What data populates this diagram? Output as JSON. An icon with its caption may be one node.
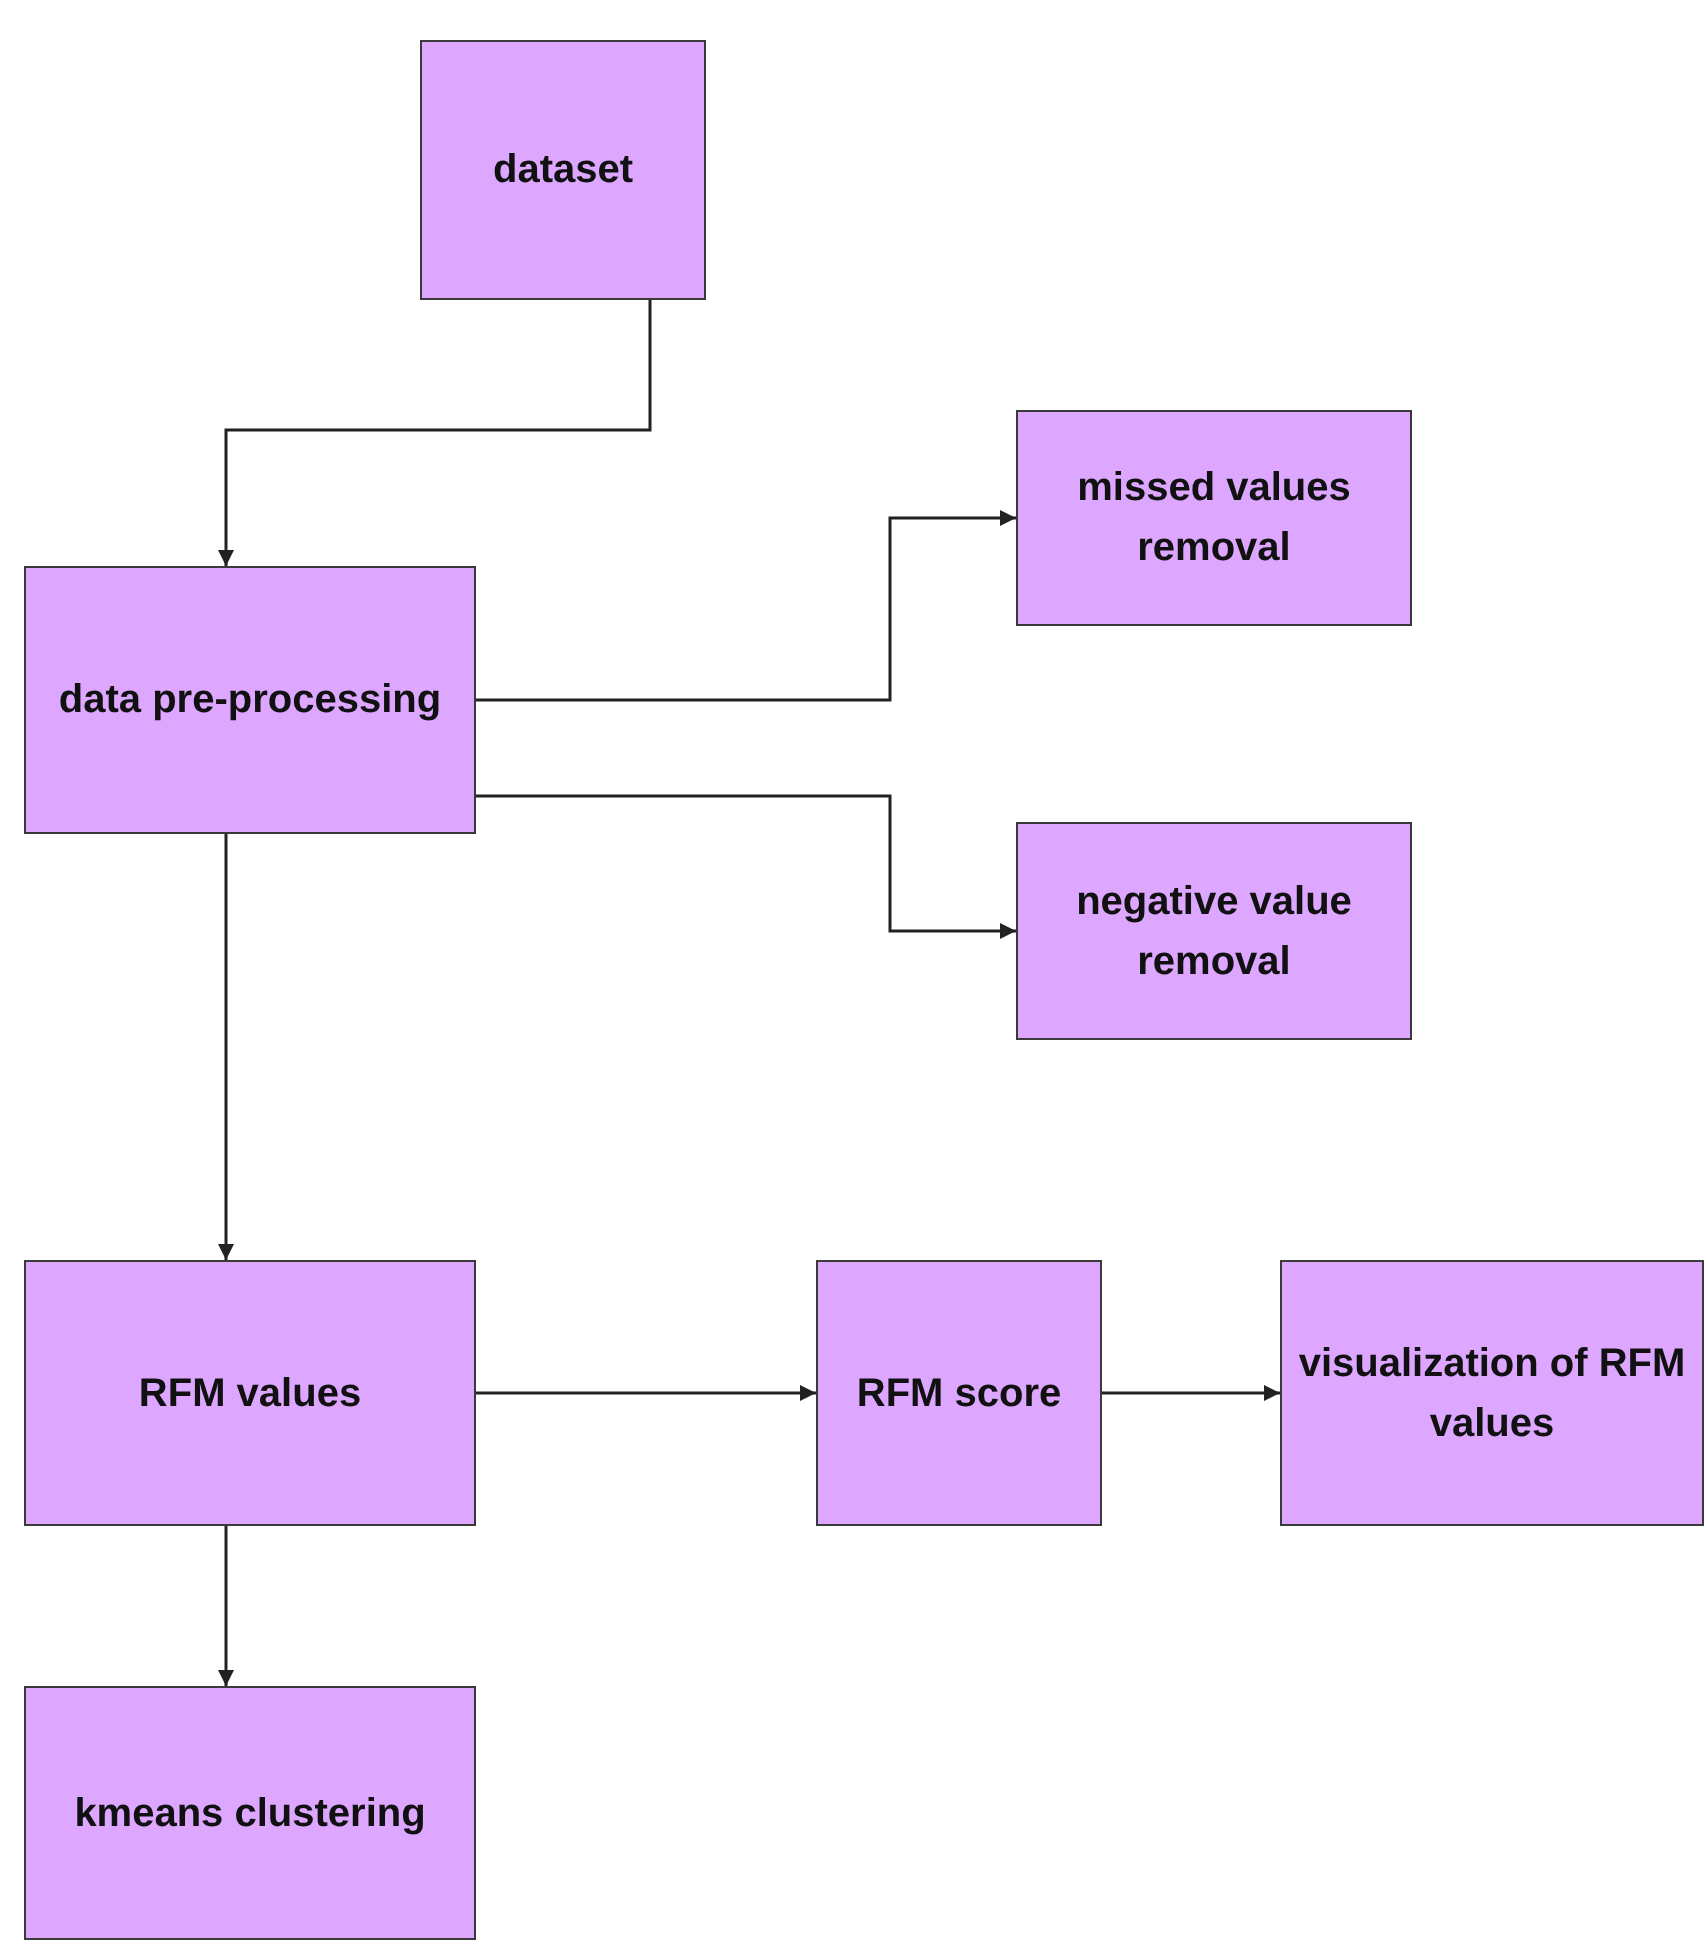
{
  "diagram": {
    "nodes": [
      {
        "text": [
          "dataset"
        ]
      },
      {
        "text": [
          "data pre-processing"
        ]
      },
      {
        "text": [
          "missed values removal"
        ]
      },
      {
        "text": [
          "negative value removal"
        ]
      },
      {
        "text": [
          "RFM values"
        ]
      },
      {
        "text": [
          "RFM score"
        ]
      },
      {
        "text": [
          "visualization of RFM values"
        ]
      },
      {
        "text": [
          "kmeans clustering"
        ]
      }
    ],
    "edges": [
      {
        "from": 0,
        "to": 1,
        "arrow": "to"
      },
      {
        "from": 1,
        "to": 2,
        "arrow": "to"
      },
      {
        "from": 1,
        "to": 3,
        "arrow": "to"
      },
      {
        "from": 1,
        "to": 4,
        "arrow": "to"
      },
      {
        "from": 4,
        "to": 5,
        "arrow": "to"
      },
      {
        "from": 5,
        "to": 6,
        "arrow": "to"
      },
      {
        "from": 4,
        "to": 7,
        "arrow": "to"
      }
    ]
  }
}
